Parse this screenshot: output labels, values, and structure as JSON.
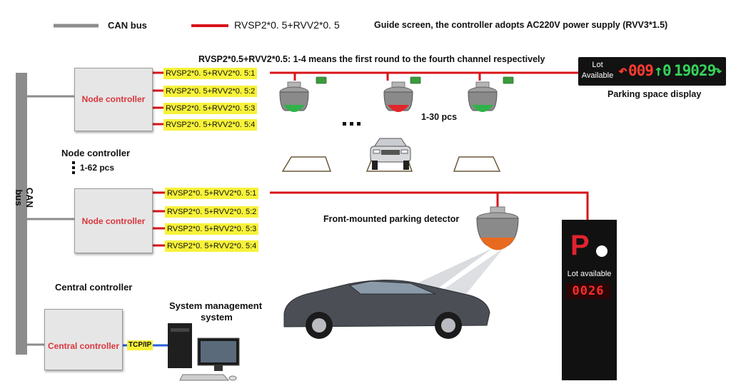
{
  "legend": {
    "can_bus": "CAN bus",
    "cable": "RVSP2*0. 5+RVV2*0. 5",
    "guide_note": "Guide screen, the controller adopts AC220V power supply (RVV3*1.5)"
  },
  "channel_note": "RVSP2*0.5+RVV2*0.5: 1-4 means the first round to the fourth channel respectively",
  "can_bus_label": "CAN bus",
  "node_controller_box": "Node controller",
  "node_controller_title": "Node controller",
  "node_controller_count": "1-62 pcs",
  "central_controller_title": "Central controller",
  "central_controller_box": "Central controller",
  "tcp_ip": "TCP/IP",
  "system_management": {
    "line1": "System management",
    "line2": "system"
  },
  "detector_count": "1-30 pcs",
  "front_detector_label": "Front-mounted parking detector",
  "parking_space_display_label": "Parking space display",
  "display": {
    "lot": "Lot",
    "available": "Available",
    "num_left": "009",
    "num_center": "0",
    "num_right": "19029"
  },
  "guide_screen": {
    "letter": "P",
    "lot_available": "Lot available",
    "count": "0026"
  },
  "channels_top": [
    "RVSP2*0. 5+RVV2*0. 5:1",
    "RVSP2*0. 5+RVV2*0. 5:2",
    "RVSP2*0. 5+RVV2*0. 5:3",
    "RVSP2*0. 5+RVV2*0. 5:4"
  ],
  "channels_bottom": [
    "RVSP2*0. 5+RVV2*0. 5:1",
    "RVSP2*0. 5+RVV2*0. 5:2",
    "RVSP2*0. 5+RVV2*0. 5:3",
    "RVSP2*0. 5+RVV2*0. 5:4"
  ],
  "colors": {
    "can_bus": "#8c8c8c",
    "cable": "#d7141a",
    "tag_yellow": "#f7f23a",
    "box_text": "#d9363e",
    "detector_free": "#2fb24a",
    "detector_occupied": "#e0262c",
    "display_red": "#ff3b2f",
    "display_green": "#35d35a"
  },
  "detectors": [
    {
      "status": "free"
    },
    {
      "status": "occupied"
    },
    {
      "status": "free"
    }
  ]
}
